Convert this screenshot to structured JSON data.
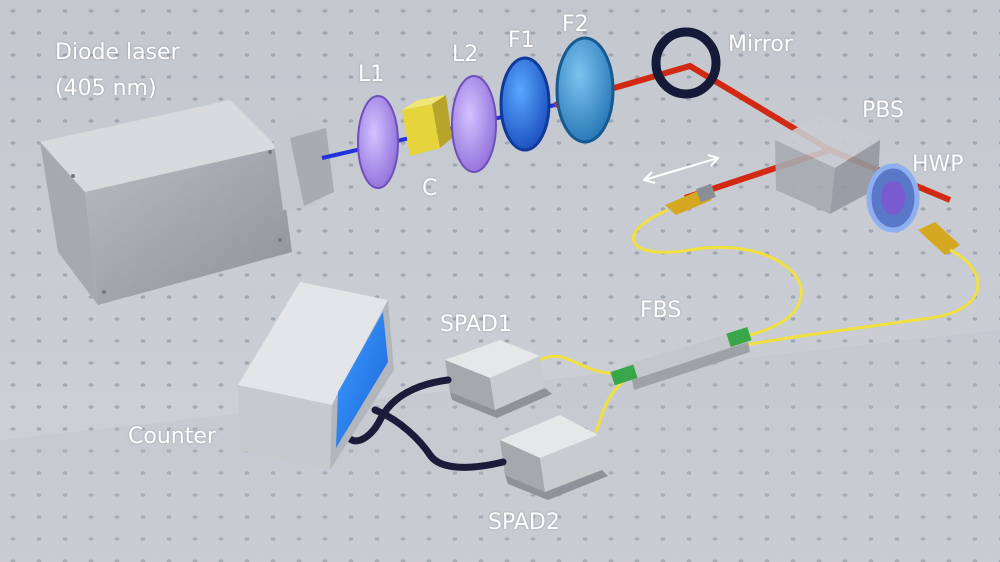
{
  "labels": {
    "diode_laser": "Diode laser",
    "wavelength": "(405 nm)",
    "l1": "L1",
    "c": "C",
    "l2": "L2",
    "f1": "F1",
    "f2": "F2",
    "mirror": "Mirror",
    "pbs": "PBS",
    "hwp": "HWP",
    "fbs": "FBS",
    "spad1": "SPAD1",
    "spad2": "SPAD2",
    "counter": "Counter"
  },
  "beam_colors": {
    "blue_beam": "#2233dd",
    "red_beam": "#d22a12",
    "fiber": "#f0e040",
    "cable": "#1c1c3a"
  }
}
